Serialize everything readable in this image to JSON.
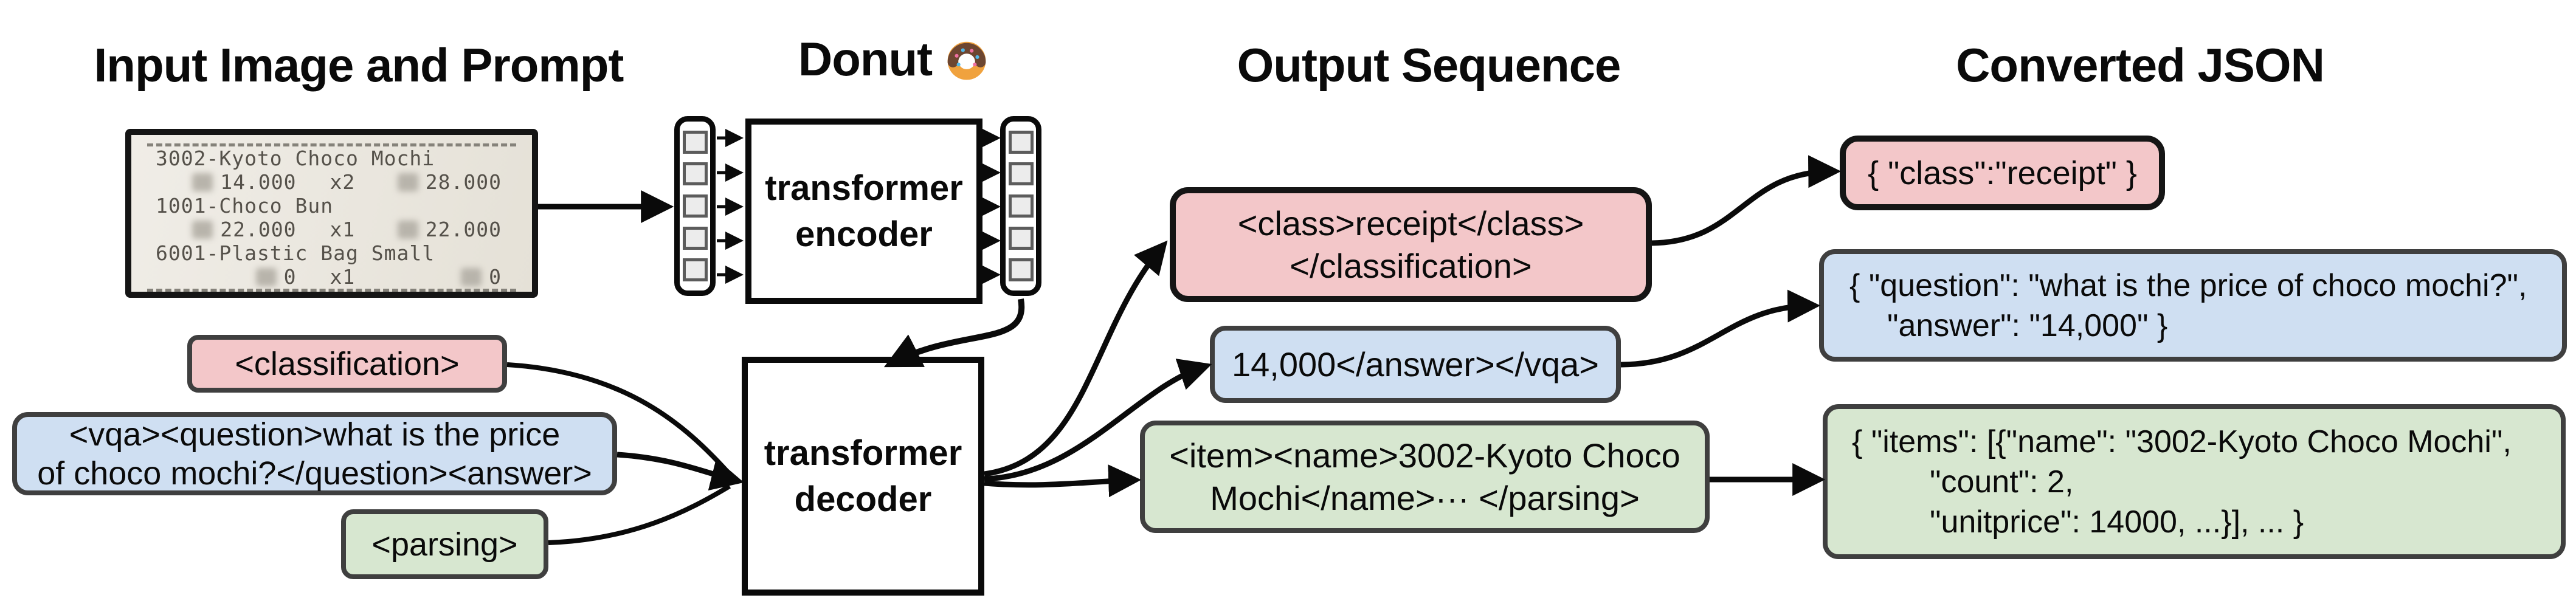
{
  "headers": {
    "input": "Input Image and Prompt",
    "model": "Donut",
    "model_emoji": "🍩",
    "output": "Output Sequence",
    "json": "Converted JSON"
  },
  "receipt": {
    "row_item1": "3002-Kyoto Choco Mochi",
    "row_amount1": {
      "price": "14.000",
      "qty": "x2",
      "total": "28.000"
    },
    "row_item2": "1001-Choco Bun",
    "row_amount2": {
      "price": "22.000",
      "qty": "x1",
      "total": "22.000"
    },
    "row_item3": "6001-Plastic Bag Small",
    "row_amount3": {
      "price": "0",
      "qty": "x1",
      "total": "0"
    }
  },
  "model": {
    "encoder_line1": "transformer",
    "encoder_line2": "encoder",
    "decoder_line1": "transformer",
    "decoder_line2": "decoder"
  },
  "prompts": {
    "classification": "<classification>",
    "vqa_line1": "<vqa><question>what is the price",
    "vqa_line2": "of choco mochi?</question><answer>",
    "parsing": "<parsing>"
  },
  "outputs": {
    "classification_line1": "<class>receipt</class>",
    "classification_line2": "</classification>",
    "vqa": "14,000</answer></vqa>",
    "parsing_line1": "<item><name>3002-Kyoto Choco",
    "parsing_line2": "Mochi</name>··· </parsing>"
  },
  "json_outputs": {
    "classification": "{ \"class\":\"receipt\" }",
    "vqa_line1": "{ \"question\": \"what is the price of choco mochi?\",",
    "vqa_line2": "\"answer\": \"14,000\" }",
    "parsing_line1": "{ \"items\": [{\"name\": \"3002-Kyoto Choco Mochi\",",
    "parsing_line2": "\"count\": 2,",
    "parsing_line3": "\"unitprice\": 14000, ...}], ... }"
  },
  "colors": {
    "classification_fill": "#f3c7c9",
    "vqa_fill": "#cfdff2",
    "parsing_fill": "#d7e7d0",
    "box_border": "#3f3f3f",
    "black": "#0a0a0a",
    "receipt_paper": "#eae6de"
  }
}
